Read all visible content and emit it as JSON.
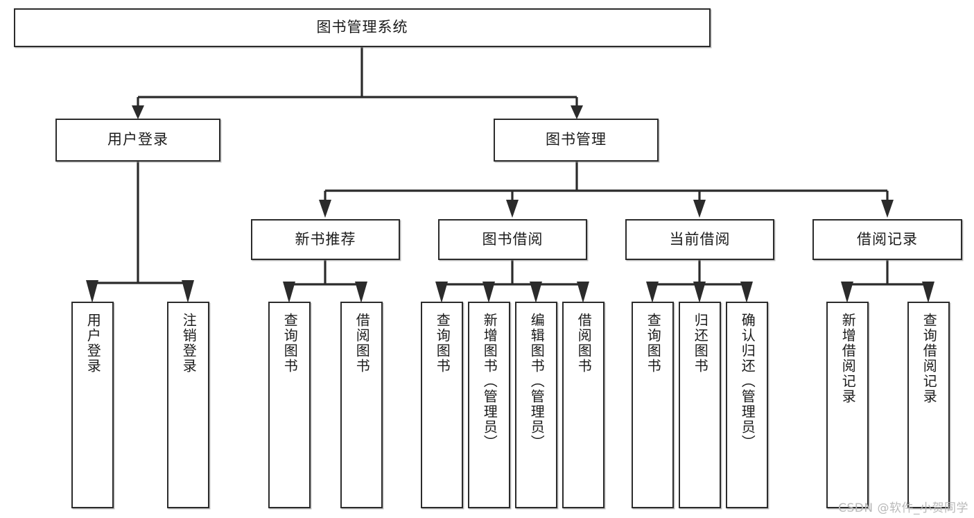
{
  "diagram": {
    "type": "tree-hierarchy-chart",
    "title": "图书管理系统",
    "line_color": "#2b2b2b",
    "box_fill": "#ffffff",
    "watermark": "CSDN @软件_小贺同学",
    "nodes": {
      "root": {
        "label": "图书管理系统",
        "level": 1,
        "orientation": "horizontal"
      },
      "l2": [
        {
          "id": "user-login",
          "label": "用户登录",
          "level": 2,
          "orientation": "horizontal"
        },
        {
          "id": "book-manage",
          "label": "图书管理",
          "level": 2,
          "orientation": "horizontal"
        }
      ],
      "l3": [
        {
          "id": "new-book-recommend",
          "label": "新书推荐",
          "level": 3,
          "orientation": "horizontal"
        },
        {
          "id": "book-borrow",
          "label": "图书借阅",
          "level": 3,
          "orientation": "horizontal"
        },
        {
          "id": "current-borrow",
          "label": "当前借阅",
          "level": 3,
          "orientation": "horizontal"
        },
        {
          "id": "borrow-record",
          "label": "借阅记录",
          "level": 3,
          "orientation": "horizontal"
        }
      ],
      "leaves": [
        {
          "id": "leaf-user-login",
          "label": "用户登录",
          "parent": "user-login",
          "orientation": "vertical"
        },
        {
          "id": "leaf-user-logout",
          "label": "注销登录",
          "parent": "user-login",
          "orientation": "vertical"
        },
        {
          "id": "leaf-query-book-1",
          "label": "查询图书",
          "parent": "new-book-recommend",
          "orientation": "vertical"
        },
        {
          "id": "leaf-borrow-book-1",
          "label": "借阅图书",
          "parent": "new-book-recommend",
          "orientation": "vertical"
        },
        {
          "id": "leaf-query-book-2",
          "label": "查询图书",
          "parent": "book-borrow",
          "orientation": "vertical"
        },
        {
          "id": "leaf-add-book",
          "label": "新增图书（管理员）",
          "parent": "book-borrow",
          "orientation": "vertical"
        },
        {
          "id": "leaf-edit-book",
          "label": "编辑图书（管理员）",
          "parent": "book-borrow",
          "orientation": "vertical"
        },
        {
          "id": "leaf-borrow-book-2",
          "label": "借阅图书",
          "parent": "book-borrow",
          "orientation": "vertical"
        },
        {
          "id": "leaf-query-book-3",
          "label": "查询图书",
          "parent": "current-borrow",
          "orientation": "vertical"
        },
        {
          "id": "leaf-return-book",
          "label": "归还图书",
          "parent": "current-borrow",
          "orientation": "vertical"
        },
        {
          "id": "leaf-confirm-return",
          "label": "确认归还（管理员）",
          "parent": "current-borrow",
          "orientation": "vertical"
        },
        {
          "id": "leaf-add-record",
          "label": "新增借阅记录",
          "parent": "borrow-record",
          "orientation": "vertical"
        },
        {
          "id": "leaf-query-record",
          "label": "查询借阅记录",
          "parent": "borrow-record",
          "orientation": "vertical"
        }
      ]
    }
  }
}
